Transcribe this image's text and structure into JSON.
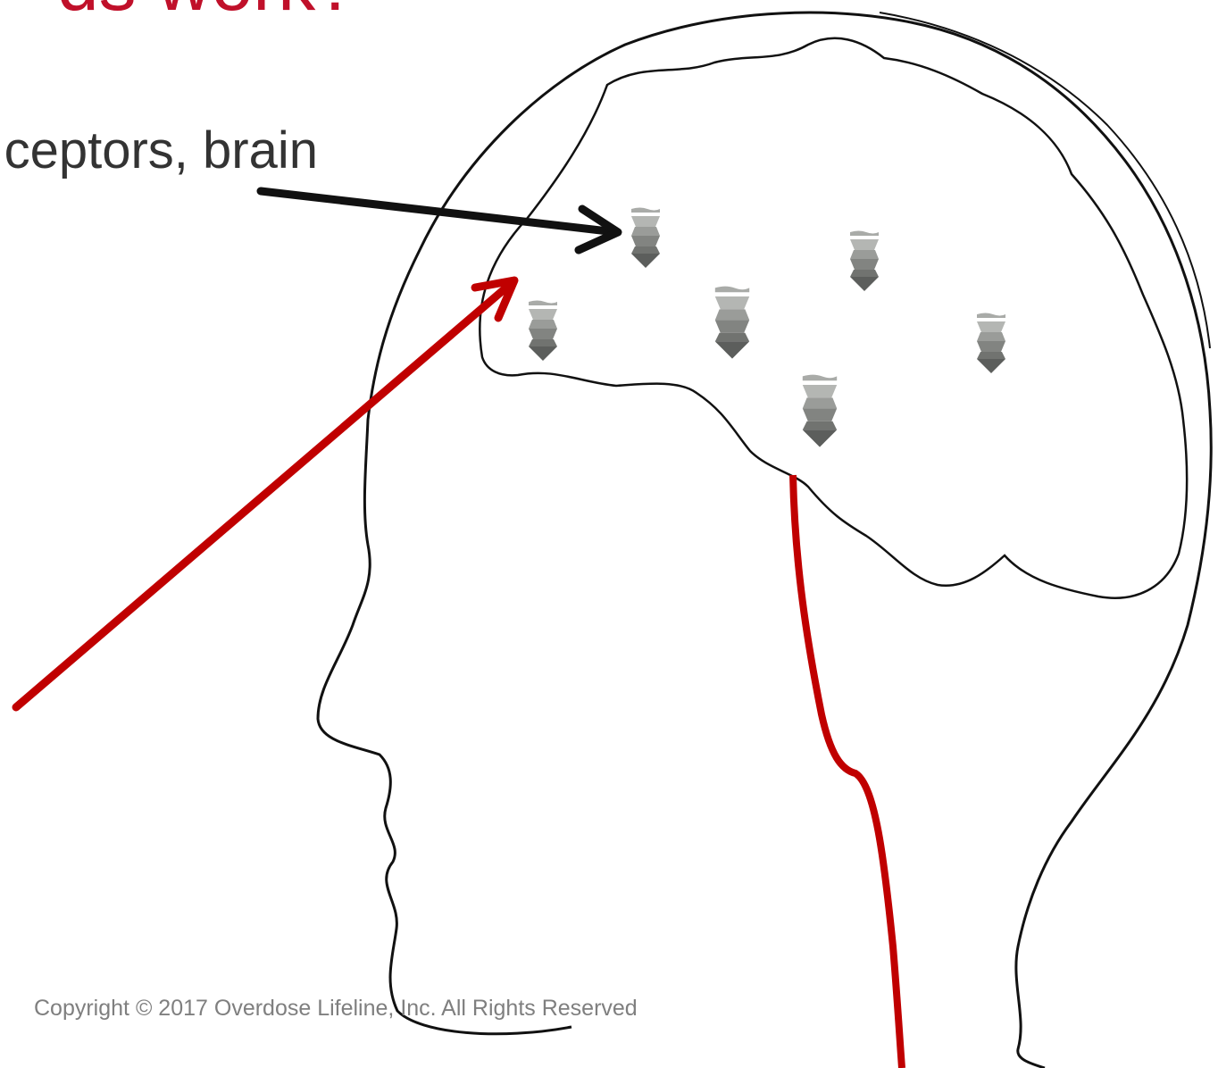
{
  "slide": {
    "title_fragment": "ds work?",
    "label": "ceptors, brain",
    "copyright": "Copyright © 2017 Overdose Lifeline, Inc. All Rights Reserved"
  },
  "colors": {
    "title": "#c0102a",
    "label": "#333333",
    "outline": "#111111",
    "pathway": "#c00000",
    "receptor_top": "#b4b6b3",
    "receptor_bottom": "#5c5e5c"
  },
  "icons": {
    "receptor": "opioid-receptor-icon",
    "arrows": [
      "black-arrow-icon",
      "red-arrow-icon"
    ]
  }
}
